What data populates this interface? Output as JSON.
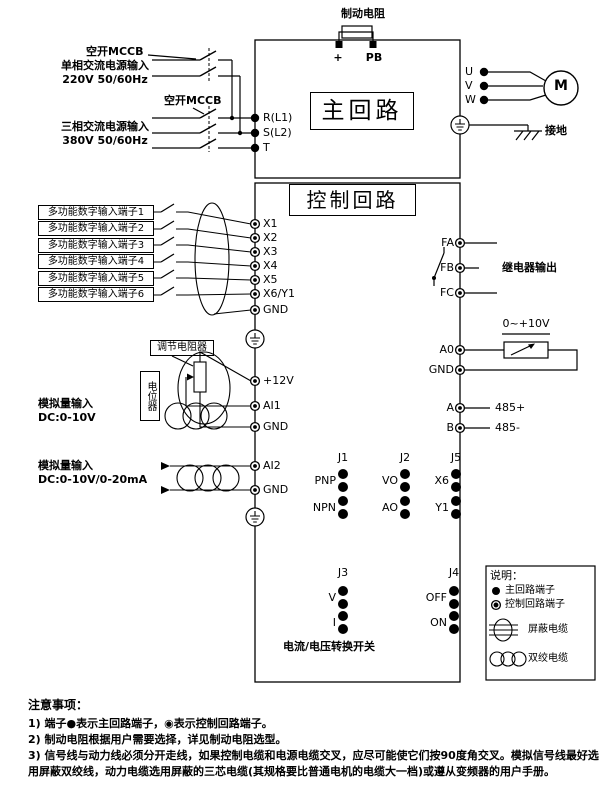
{
  "brake": {
    "label": "制动电阻",
    "plus": "+",
    "pb": "PB"
  },
  "power": {
    "mccb1": "空开MCCB",
    "single_phase": [
      "单相交流电源输入",
      "220V 50/60Hz"
    ],
    "mccb2": "空开MCCB",
    "three_phase": [
      "三相交流电源输入",
      "380V 50/60Hz"
    ]
  },
  "main_circuit": {
    "title": "主回路",
    "inputs": [
      "R(L1)",
      "S(L2)",
      "T"
    ],
    "outputs": [
      "U",
      "V",
      "W"
    ],
    "motor": "M",
    "ground": "接地"
  },
  "control": {
    "title": "控制回路",
    "digital_inputs": [
      "多功能数字输入端子1",
      "多功能数字输入端子2",
      "多功能数字输入端子3",
      "多功能数字输入端子4",
      "多功能数字输入端子5",
      "多功能数字输入端子6"
    ],
    "digital_terminals": [
      "X1",
      "X2",
      "X3",
      "X4",
      "X5",
      "X6/Y1",
      "GND"
    ],
    "adjust_resistor": "调节电阻器",
    "potentiometer": "电位器",
    "analog1": {
      "l1": "模拟量输入",
      "l2": "DC:0-10V",
      "terminals": [
        "+12V",
        "AI1",
        "GND"
      ]
    },
    "analog2": {
      "l1": "模拟量输入",
      "l2": "DC:0-10V/0-20mA",
      "terminals": [
        "AI2",
        "GND"
      ]
    },
    "relay": {
      "terminals": [
        "FA",
        "FB",
        "FC"
      ],
      "label": "继电器输出"
    },
    "analog_out": {
      "range": "0~+10V",
      "terminals": [
        "A0",
        "GND"
      ]
    },
    "rs485": {
      "a": "A",
      "a_label": "485+",
      "b": "B",
      "b_label": "485-"
    },
    "jumpers": {
      "j1": {
        "name": "J1",
        "top": "PNP",
        "bottom": "NPN"
      },
      "j2": {
        "name": "J2",
        "top": "VO",
        "bottom": "AO"
      },
      "j5": {
        "name": "J5",
        "top": "X6",
        "bottom": "Y1"
      },
      "j3": {
        "name": "J3",
        "top": "V",
        "bottom": "I"
      },
      "j4": {
        "name": "J4",
        "top": "OFF",
        "bottom": "ON"
      }
    },
    "switch_label": "电流/电压转换开关"
  },
  "legend": {
    "title": "说明：",
    "main_terminal": "主回路端子",
    "control_terminal": "控制回路端子",
    "shielded": "屏蔽电缆",
    "twisted": "双绞电缆"
  },
  "notes": {
    "title": "注意事项：",
    "lines": [
      "1) 端子●表示主回路端子，◉表示控制回路端子。",
      "2) 制动电阻根据用户需要选择，详见制动电阻选型。",
      "3) 信号线与动力线必须分开走线，如果控制电缆和电源电缆交叉，应尽可能使它们按90度角交叉。模拟信号线最好选",
      "用屏蔽双绞线，动力电缆选用屏蔽的三芯电缆(其规格要比普通电机的电缆大一档)或遵从变频器的用户手册。"
    ]
  }
}
